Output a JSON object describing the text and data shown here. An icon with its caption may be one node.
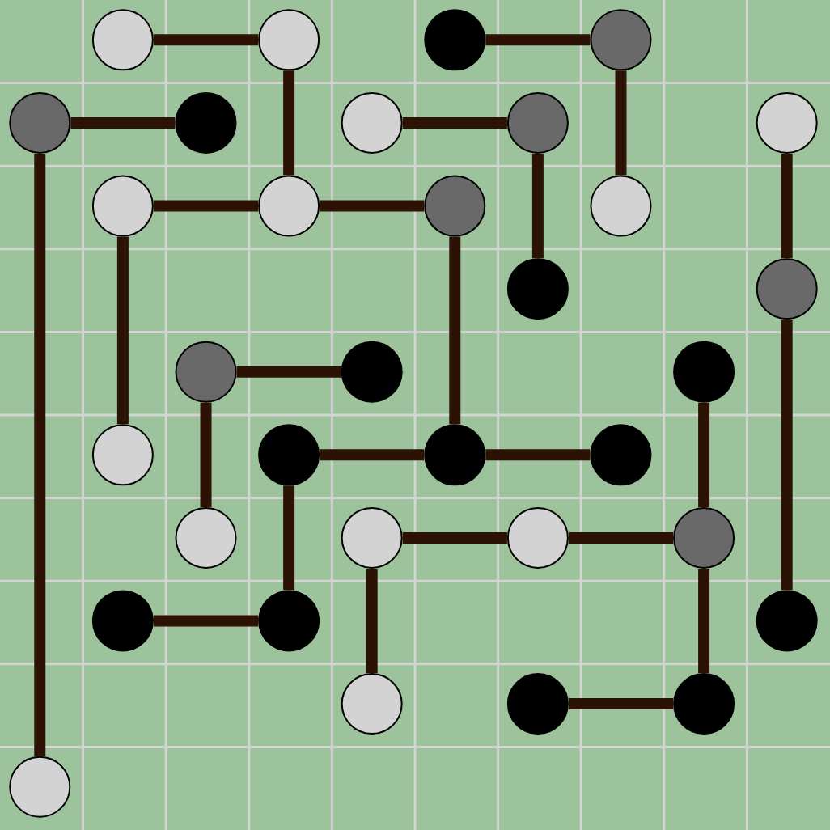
{
  "diagram": {
    "nodes": [
      {
        "text": [],
        "shape": "circle"
      },
      {
        "text": [],
        "shape": "circle"
      },
      {
        "text": [],
        "shape": "circle"
      },
      {
        "text": [],
        "shape": "circle"
      },
      {
        "text": [],
        "shape": "circle"
      },
      {
        "text": [],
        "shape": "circle"
      },
      {
        "text": [],
        "shape": "circle"
      },
      {
        "text": [],
        "shape": "circle"
      },
      {
        "text": [],
        "shape": "circle"
      },
      {
        "text": [],
        "shape": "circle"
      },
      {
        "text": [],
        "shape": "circle"
      },
      {
        "text": [],
        "shape": "circle"
      },
      {
        "text": [],
        "shape": "circle"
      },
      {
        "text": [],
        "shape": "circle"
      },
      {
        "text": [],
        "shape": "circle"
      },
      {
        "text": [],
        "shape": "circle"
      },
      {
        "text": [],
        "shape": "circle"
      },
      {
        "text": [],
        "shape": "circle"
      },
      {
        "text": [],
        "shape": "circle"
      },
      {
        "text": [],
        "shape": "circle"
      },
      {
        "text": [],
        "shape": "circle"
      },
      {
        "text": [],
        "shape": "circle"
      },
      {
        "text": [],
        "shape": "circle"
      },
      {
        "text": [],
        "shape": "circle"
      },
      {
        "text": [],
        "shape": "circle"
      },
      {
        "text": [],
        "shape": "circle"
      },
      {
        "text": [],
        "shape": "circle"
      },
      {
        "text": [],
        "shape": "circle"
      },
      {
        "text": [],
        "shape": "circle"
      },
      {
        "text": [],
        "shape": "circle"
      },
      {
        "text": [],
        "shape": "circle"
      },
      {
        "text": [],
        "shape": "circle"
      },
      {
        "text": [],
        "shape": "circle"
      }
    ],
    "edges": [
      {
        "from": 0,
        "to": 1,
        "arrow": "none"
      },
      {
        "from": 1,
        "to": 10,
        "arrow": "none"
      },
      {
        "from": 2,
        "to": 3,
        "arrow": "none"
      },
      {
        "from": 3,
        "to": 12,
        "arrow": "none"
      },
      {
        "from": 4,
        "to": 5,
        "arrow": "none"
      },
      {
        "from": 4,
        "to": 32,
        "arrow": "none"
      },
      {
        "from": 6,
        "to": 7,
        "arrow": "none"
      },
      {
        "from": 7,
        "to": 13,
        "arrow": "none"
      },
      {
        "from": 8,
        "to": 14,
        "arrow": "none"
      },
      {
        "from": 14,
        "to": 28,
        "arrow": "none"
      },
      {
        "from": 9,
        "to": 10,
        "arrow": "none"
      },
      {
        "from": 10,
        "to": 11,
        "arrow": "none"
      },
      {
        "from": 9,
        "to": 18,
        "arrow": "none"
      },
      {
        "from": 11,
        "to": 20,
        "arrow": "none"
      },
      {
        "from": 15,
        "to": 16,
        "arrow": "none"
      },
      {
        "from": 15,
        "to": 22,
        "arrow": "none"
      },
      {
        "from": 19,
        "to": 20,
        "arrow": "none"
      },
      {
        "from": 20,
        "to": 21,
        "arrow": "none"
      },
      {
        "from": 19,
        "to": 27,
        "arrow": "none"
      },
      {
        "from": 17,
        "to": 25,
        "arrow": "none"
      },
      {
        "from": 23,
        "to": 24,
        "arrow": "none"
      },
      {
        "from": 24,
        "to": 25,
        "arrow": "none"
      },
      {
        "from": 23,
        "to": 29,
        "arrow": "none"
      },
      {
        "from": 25,
        "to": 31,
        "arrow": "none"
      },
      {
        "from": 26,
        "to": 27,
        "arrow": "none"
      },
      {
        "from": 30,
        "to": 31,
        "arrow": "none"
      }
    ]
  }
}
